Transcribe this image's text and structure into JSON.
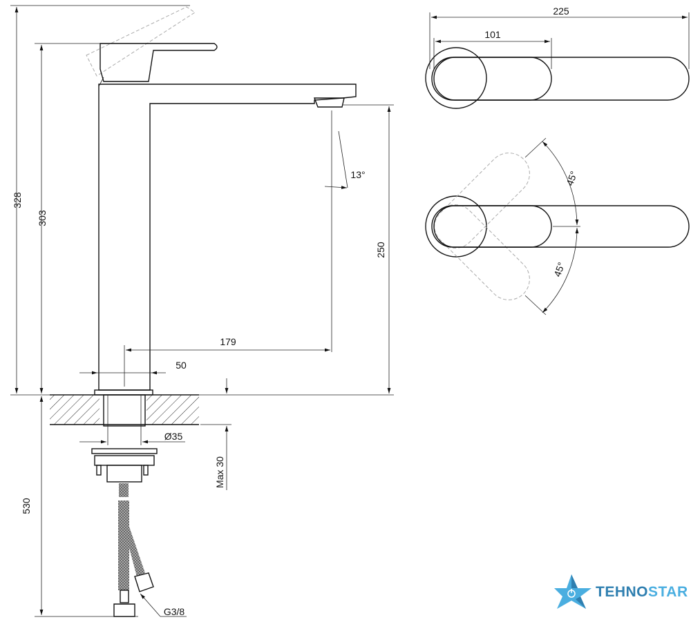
{
  "dimensions": {
    "total_height": "328",
    "spout_height": "303",
    "outlet_height": "250",
    "spout_reach": "179",
    "body_width": "50",
    "flow_angle": "13°",
    "top_length": "225",
    "handle_length": "101",
    "rotation_up": "45°",
    "rotation_down": "45°",
    "shank_diameter": "Ø35",
    "max_counter_thickness": "Max 30",
    "hose_length": "530",
    "connection_thread": "G3/8"
  },
  "logo": {
    "part1": "TEHNO",
    "part2": "STAR",
    "colors": {
      "dark": "#2f7fb0",
      "light": "#4aaee0"
    }
  }
}
